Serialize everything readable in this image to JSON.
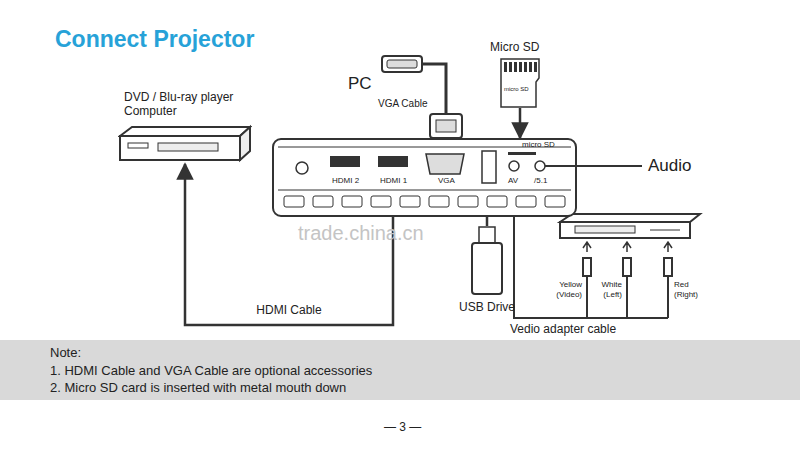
{
  "diagram": {
    "title": "Connect Projector",
    "nodes": [
      {
        "text": [
          "DVD / Blu-ray player Computer"
        ]
      },
      {
        "text": [
          "HDMI 2",
          "HDMI 1",
          "VGA",
          "micro SD",
          "AV",
          "/5.1"
        ]
      },
      {
        "text": [
          "Micro SD",
          "micro SD"
        ]
      },
      {
        "text": [
          "USB Drive"
        ]
      }
    ],
    "edges": [
      {
        "from": 1,
        "to": 0,
        "label": "HDMI Cable",
        "arrow": "to"
      },
      {
        "from": 2,
        "to": 1,
        "arrow": "to"
      },
      {
        "from": 3,
        "to": 1,
        "arrow": "none"
      }
    ],
    "labels": [
      "PC",
      "VGA Cable",
      "Audio",
      "trade.china.cn",
      "Yellow",
      "(Video)",
      "White",
      "(Left)",
      "Red",
      "(Right)",
      "Vedio adapter cable",
      "Note:",
      "1. HDMI Cable and VGA Cable are optional accessories",
      "2. Micro SD card is inserted with metal mouth down",
      "— 3 —"
    ]
  }
}
